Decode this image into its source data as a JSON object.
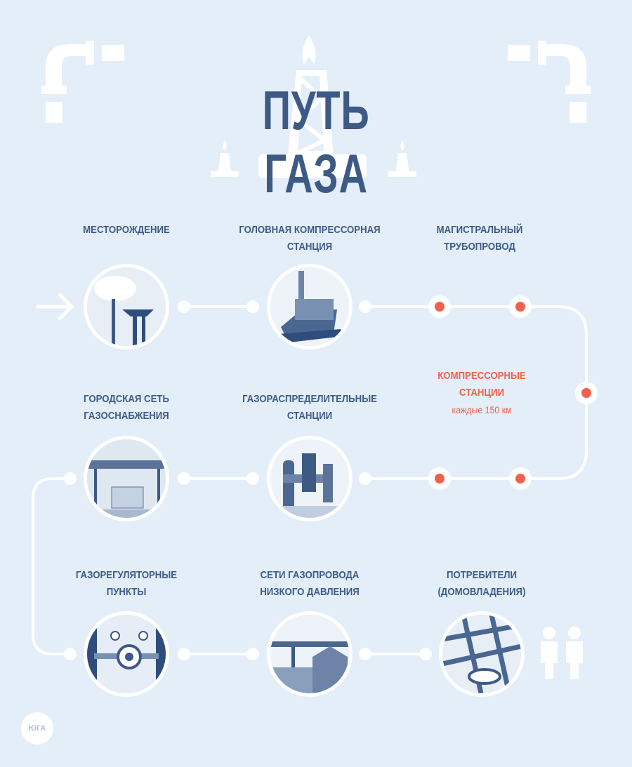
{
  "title": "ПУТЬ ГАЗА",
  "stages": [
    {
      "id": "field",
      "lines": [
        "МЕСТОРОЖДЕНИЕ"
      ]
    },
    {
      "id": "head-compressor",
      "lines": [
        "ГОЛОВНАЯ КОМПРЕССОРНАЯ",
        "СТАНЦИЯ"
      ]
    },
    {
      "id": "main-pipeline",
      "lines": [
        "МАГИСТРАЛЬНЫЙ",
        "ТРУБОПРОВОД"
      ]
    },
    {
      "id": "city-network",
      "lines": [
        "ГОРОДСКАЯ СЕТЬ",
        "ГАЗОСНАБЖЕНИЯ"
      ]
    },
    {
      "id": "distribution",
      "lines": [
        "ГАЗОРАСПРЕДЕЛИТЕЛЬНЫЕ",
        "СТАНЦИИ"
      ]
    },
    {
      "id": "regulators",
      "lines": [
        "ГАЗОРЕГУЛЯТОРНЫЕ",
        "ПУНКТЫ"
      ]
    },
    {
      "id": "low-pressure",
      "lines": [
        "СЕТИ ГАЗОПРОВОДА",
        "НИЗКОГО ДАВЛЕНИЯ"
      ]
    },
    {
      "id": "consumers",
      "lines": [
        "ПОТРЕБИТЕЛИ",
        "(ДОМОВЛАДЕНИЯ)"
      ]
    }
  ],
  "compressor_note": {
    "lines": [
      "КОМПРЕССОРНЫЕ",
      "СТАНЦИИ"
    ],
    "sub": "каждые 150 км"
  },
  "logo": "ЮГА",
  "colors": {
    "background": "#e3eef9",
    "text": "#3d5a85",
    "accent": "#f0604d",
    "line": "#ffffff"
  }
}
